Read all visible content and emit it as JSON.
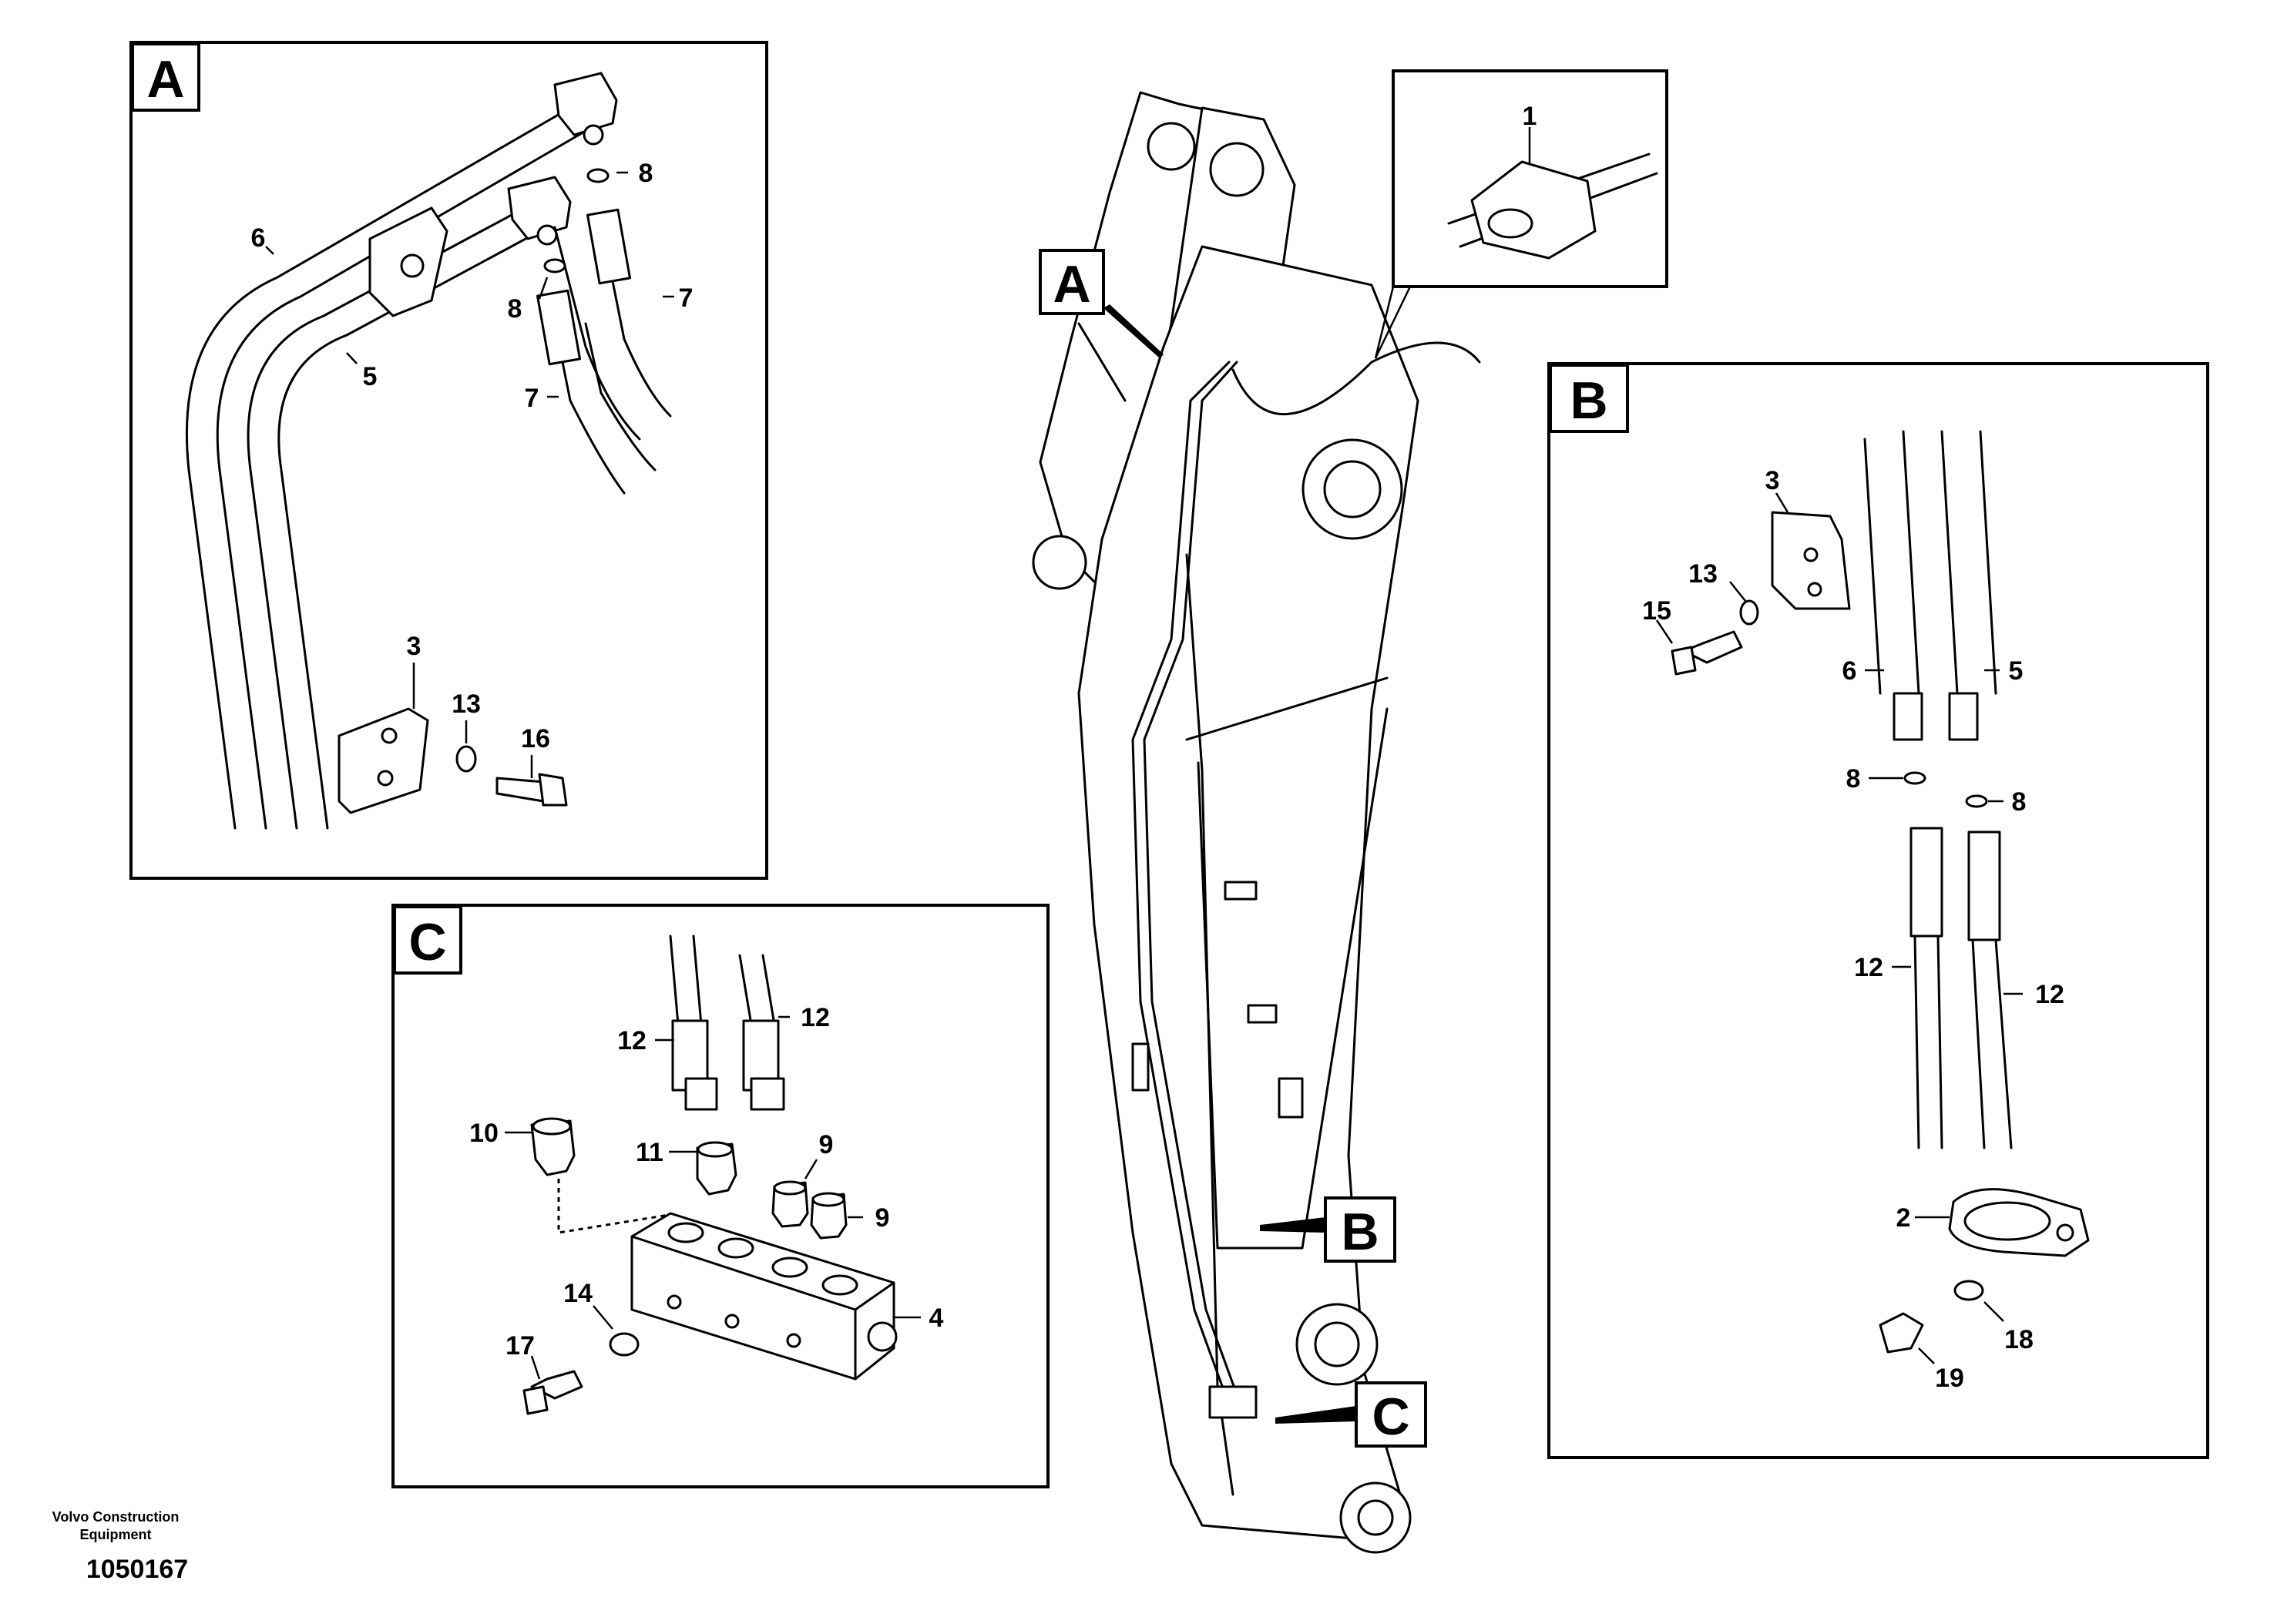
{
  "sections": {
    "A": "A",
    "B": "B",
    "C": "C"
  },
  "callouts": {
    "main_A": "A",
    "main_B": "B",
    "main_C": "C"
  },
  "detail_1": {
    "num": "1"
  },
  "panel_A": {
    "labels": [
      "6",
      "5",
      "8",
      "8",
      "7",
      "7",
      "3",
      "13",
      "16"
    ]
  },
  "panel_B": {
    "labels": [
      "3",
      "13",
      "15",
      "6",
      "5",
      "8",
      "8",
      "12",
      "12",
      "2",
      "18",
      "19"
    ]
  },
  "panel_C": {
    "labels": [
      "12",
      "12",
      "10",
      "11",
      "9",
      "9",
      "14",
      "17",
      "4"
    ]
  },
  "footer": {
    "brand_line1": "Volvo Construction",
    "brand_line2": "Equipment",
    "drawing_number": "1050167"
  }
}
